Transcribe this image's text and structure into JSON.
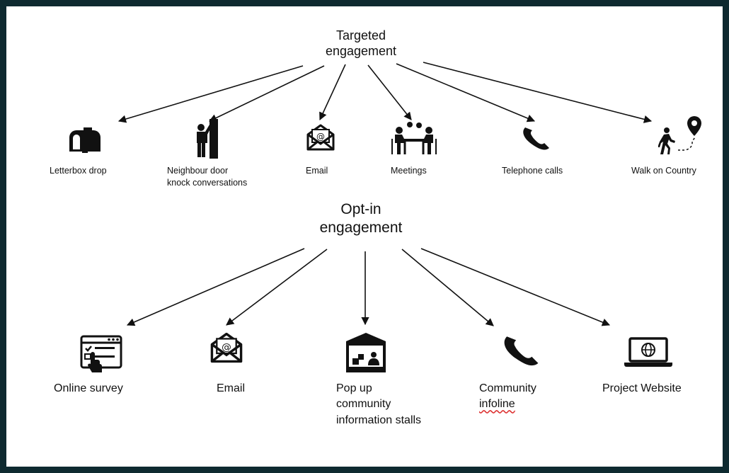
{
  "hubs": {
    "targeted": {
      "line1": "Targeted",
      "line2": "engagement"
    },
    "optin": {
      "line1": "Opt-in",
      "line2": "engagement"
    }
  },
  "targeted_items": [
    {
      "label": "Letterbox drop",
      "icon": "mailbox-icon"
    },
    {
      "label_line1": "Neighbour door",
      "label_line2": "knock conversations",
      "icon": "door-knock-icon"
    },
    {
      "label": "Email",
      "icon": "email-icon"
    },
    {
      "label": "Meetings",
      "icon": "meeting-icon"
    },
    {
      "label": "Telephone calls",
      "icon": "phone-icon"
    },
    {
      "label": "Walk on Country",
      "icon": "walk-location-icon"
    }
  ],
  "optin_items": [
    {
      "label": "Online survey",
      "icon": "online-survey-icon"
    },
    {
      "label": "Email",
      "icon": "email-icon"
    },
    {
      "label_line1": "Pop up",
      "label_line2": "community",
      "label_line3": "information stalls",
      "icon": "popup-stall-icon"
    },
    {
      "label_line1": "Community",
      "label_line2": "infoline",
      "icon": "phone-icon"
    },
    {
      "label": "Project Website",
      "icon": "laptop-globe-icon"
    }
  ],
  "colors": {
    "frame": "#0e2a30",
    "background": "#ffffff",
    "ink": "#111111",
    "spellcheck": "#dd3333"
  }
}
